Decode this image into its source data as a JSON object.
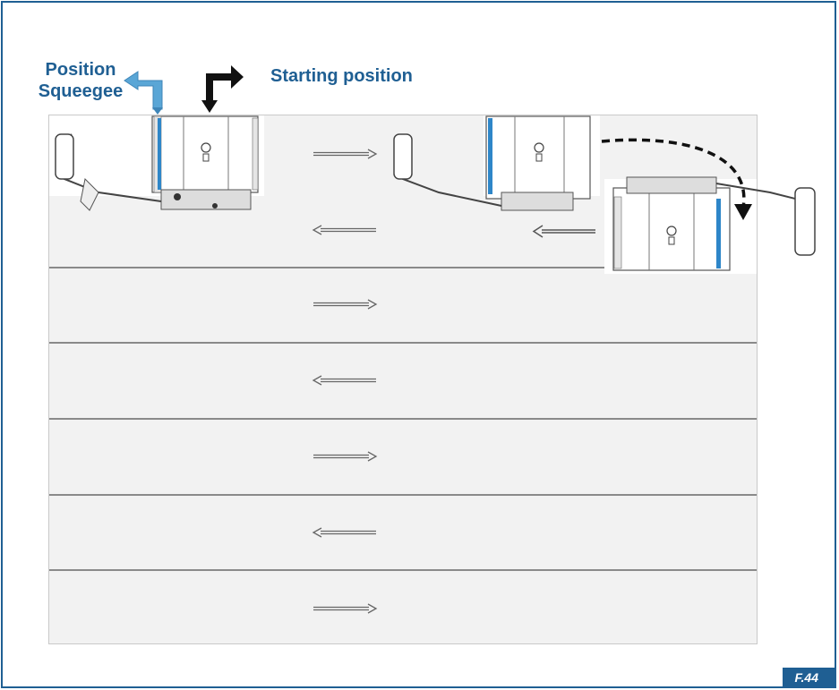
{
  "labels": {
    "position_squeegee_line1": "Position",
    "position_squeegee_line2": "Squeegee",
    "starting_position": "Starting position"
  },
  "figure_number": "F.44",
  "colors": {
    "accent": "#1f5f93",
    "squeegee_arrow": "#5aa6d6",
    "start_arrow": "#111111",
    "squeegee_bar": "#2e86c8",
    "floor": "#f2f2f2",
    "row_divider": "#8a8a8a"
  },
  "lanes": [
    {
      "direction": "right"
    },
    {
      "direction": "left"
    },
    {
      "direction": "right"
    },
    {
      "direction": "left"
    },
    {
      "direction": "right"
    },
    {
      "direction": "left"
    },
    {
      "direction": "right"
    }
  ],
  "icons": [
    "squeegee-position-arrow-icon",
    "starting-position-arrow-icon",
    "curved-turn-arrow-icon",
    "machine-icon"
  ]
}
